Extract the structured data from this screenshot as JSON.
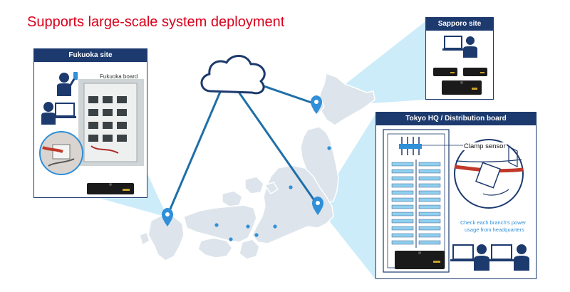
{
  "headline": "Supports large-scale system deployment",
  "colors": {
    "accent": "#d9001b",
    "navy": "#1d3a6e",
    "line": "#1f6fa8",
    "beam": "#bfe6f6",
    "map": "#dfe5ec",
    "pin": "#2f8fd8"
  },
  "fukuoka": {
    "title": "Fukuoka site",
    "board_label": "Fukuoka board"
  },
  "sapporo": {
    "title": "Sapporo site"
  },
  "tokyo": {
    "title": "Tokyo HQ / Distribution board",
    "sensor_label": "Clamp sensor",
    "note_line1": "Check each branch's power",
    "note_line2": "usage from headquarters"
  },
  "icons": {
    "cloud": "cloud-icon",
    "pin": "map-pin-icon",
    "person_laptop": "person-laptop-icon",
    "person_phone": "person-phone-icon",
    "gateway": "gateway-device-icon"
  }
}
